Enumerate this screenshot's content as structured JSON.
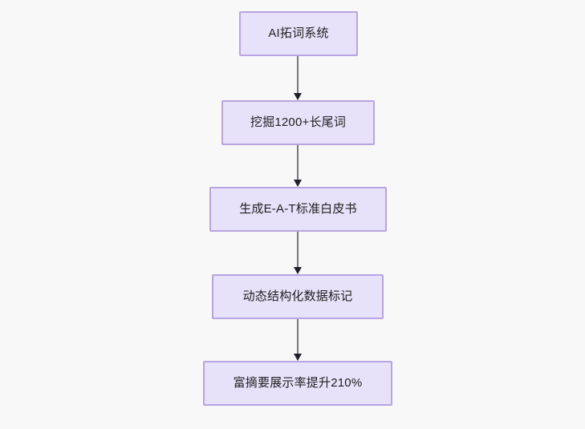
{
  "diagram": {
    "title": "AI SEO flow",
    "background_color": "#f8f8f8",
    "node_fill_color": "#e7e2fa",
    "node_border_color": "#b8a4e0",
    "node_text_color": "#1f1f1f",
    "edge_line_color": "#79787a",
    "edge_arrow_color": "#20202a",
    "nodes": [
      {
        "id": "n1",
        "label": "AI拓词系统"
      },
      {
        "id": "n2",
        "label": "挖掘1200+长尾词"
      },
      {
        "id": "n3",
        "label": "生成E-A-T标准白皮书"
      },
      {
        "id": "n4",
        "label": "动态结构化数据标记"
      },
      {
        "id": "n5",
        "label": "富摘要展示率提升210%"
      }
    ],
    "edges": [
      {
        "from": "n1",
        "to": "n2"
      },
      {
        "from": "n2",
        "to": "n3"
      },
      {
        "from": "n3",
        "to": "n4"
      },
      {
        "from": "n4",
        "to": "n5"
      }
    ]
  }
}
